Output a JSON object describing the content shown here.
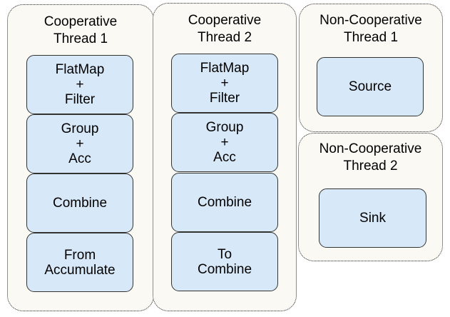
{
  "threads": {
    "coop1": {
      "title": "Cooperative\nThread 1",
      "stages": [
        "FlatMap\n+\nFilter",
        "Group\n+\nAcc",
        "Combine",
        "From\nAccumulate"
      ]
    },
    "coop2": {
      "title": "Cooperative\nThread 2",
      "stages": [
        "FlatMap\n+\nFilter",
        "Group\n+\nAcc",
        "Combine",
        "To\nCombine"
      ]
    },
    "noncoop1": {
      "title": "Non-Cooperative\nThread 1",
      "stages": [
        "Source"
      ]
    },
    "noncoop2": {
      "title": "Non-Cooperative\nThread 2",
      "stages": [
        "Sink"
      ]
    }
  },
  "colors": {
    "thread_background": "#fbf9f4",
    "stage_fill": "#d7e8f8",
    "stage_border": "#333333"
  }
}
